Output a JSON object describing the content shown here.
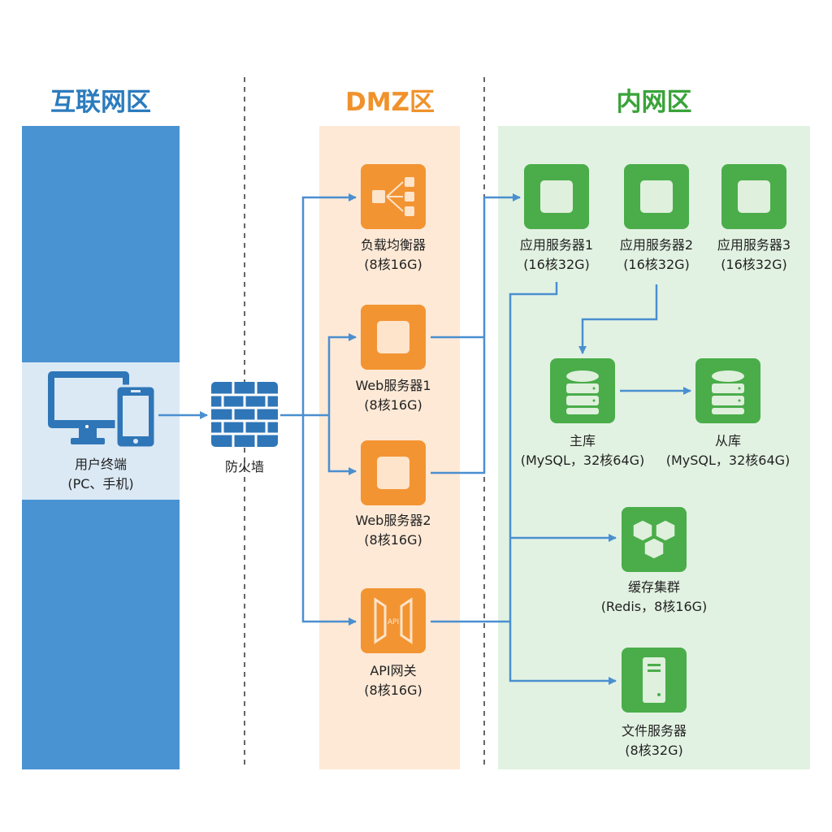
{
  "zones": {
    "internet": {
      "title": "互联网区",
      "color": "#2b7bbd"
    },
    "dmz": {
      "title": "DMZ区",
      "color": "#f0922c"
    },
    "intranet": {
      "title": "内网区",
      "color": "#3aa33a"
    }
  },
  "nodes": {
    "user": {
      "name": "用户终端",
      "spec": "(PC、手机)",
      "icon": "desktop-phone-icon"
    },
    "firewall": {
      "name": "防火墙",
      "icon": "brick-wall-icon"
    },
    "lb": {
      "name": "负载均衡器",
      "spec": "(8核16G)",
      "icon": "load-balancer-icon"
    },
    "web1": {
      "name": "Web服务器1",
      "spec": "(8核16G)",
      "icon": "server-square-icon"
    },
    "web2": {
      "name": "Web服务器2",
      "spec": "(8核16G)",
      "icon": "server-square-icon"
    },
    "api": {
      "name": "API网关",
      "spec": "(8核16G)",
      "icon": "api-gateway-icon",
      "icon_text": "API"
    },
    "app1": {
      "name": "应用服务器1",
      "spec": "(16核32G)",
      "icon": "server-square-icon"
    },
    "app2": {
      "name": "应用服务器2",
      "spec": "(16核32G)",
      "icon": "server-square-icon"
    },
    "app3": {
      "name": "应用服务器3",
      "spec": "(16核32G)",
      "icon": "server-square-icon"
    },
    "db_master": {
      "name": "主库",
      "spec": "(MySQL，32核64G)",
      "icon": "database-icon"
    },
    "db_slave": {
      "name": "从库",
      "spec": "(MySQL，32核64G)",
      "icon": "database-icon"
    },
    "cache": {
      "name": "缓存集群",
      "spec": "(Redis，8核16G)",
      "icon": "cubes-icon"
    },
    "file": {
      "name": "文件服务器",
      "spec": "(8核32G)",
      "icon": "tower-server-icon"
    }
  },
  "colors": {
    "connector": "#4a8fd0",
    "internet_bg": "#4a93d3",
    "internet_band": "#dbe9f5",
    "dmz_bg": "#fde9d6",
    "intranet_bg": "#e2f2e2",
    "orange": "#f39432",
    "green": "#4aad4a"
  }
}
